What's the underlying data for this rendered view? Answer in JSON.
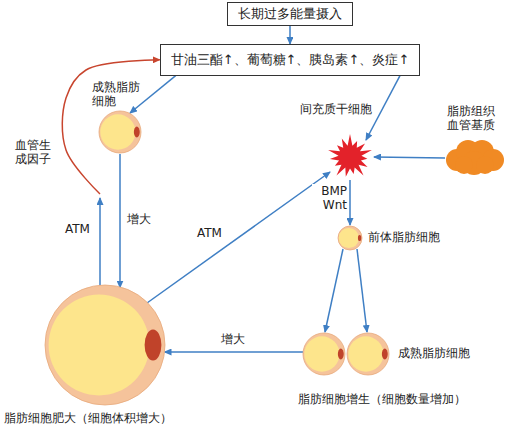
{
  "diagram": {
    "nodes": [
      {
        "text": [
          "长期过多能量摄入"
        ]
      },
      {
        "text": [
          "甘油三酯↑、葡萄糖↑、胰岛素↑、炎症↑"
        ]
      },
      {
        "text": [
          "成熟脂肪细胞"
        ]
      },
      {
        "text": [
          "间充质干细胞"
        ]
      },
      {
        "text": [
          "脂肪组织血管基质"
        ]
      },
      {
        "text": [
          "前体脂肪细胞"
        ]
      },
      {
        "text": [
          "成熟脂肪细胞",
          "脂肪细胞增生（细胞数量增加）"
        ]
      },
      {
        "text": [
          "脂肪细胞肥大（细胞体积增大）"
        ]
      }
    ],
    "edges": [
      {
        "from": 0,
        "to": 1,
        "arrow": "to"
      },
      {
        "from": 1,
        "to": 2,
        "arrow": "to"
      },
      {
        "from": 1,
        "to": 3,
        "arrow": "to"
      },
      {
        "from": 4,
        "to": 3,
        "arrow": "to"
      },
      {
        "from": 3,
        "to": 5,
        "arrow": "to",
        "label": "BMP Wnt"
      },
      {
        "from": 5,
        "to": 6,
        "arrow": "to"
      },
      {
        "from": 5,
        "to": 6,
        "arrow": "to"
      },
      {
        "from": 2,
        "to": 7,
        "arrow": "to",
        "label": "增大"
      },
      {
        "from": 6,
        "to": 7,
        "arrow": "to",
        "label": "增大"
      },
      {
        "from": 7,
        "to": 1,
        "arrow": "to",
        "label": "ATM"
      },
      {
        "from": 7,
        "to": 1,
        "arrow": "to",
        "label": "血管生成因子"
      },
      {
        "from": 7,
        "to": 3,
        "arrow": "to",
        "label": "ATM"
      }
    ]
  }
}
